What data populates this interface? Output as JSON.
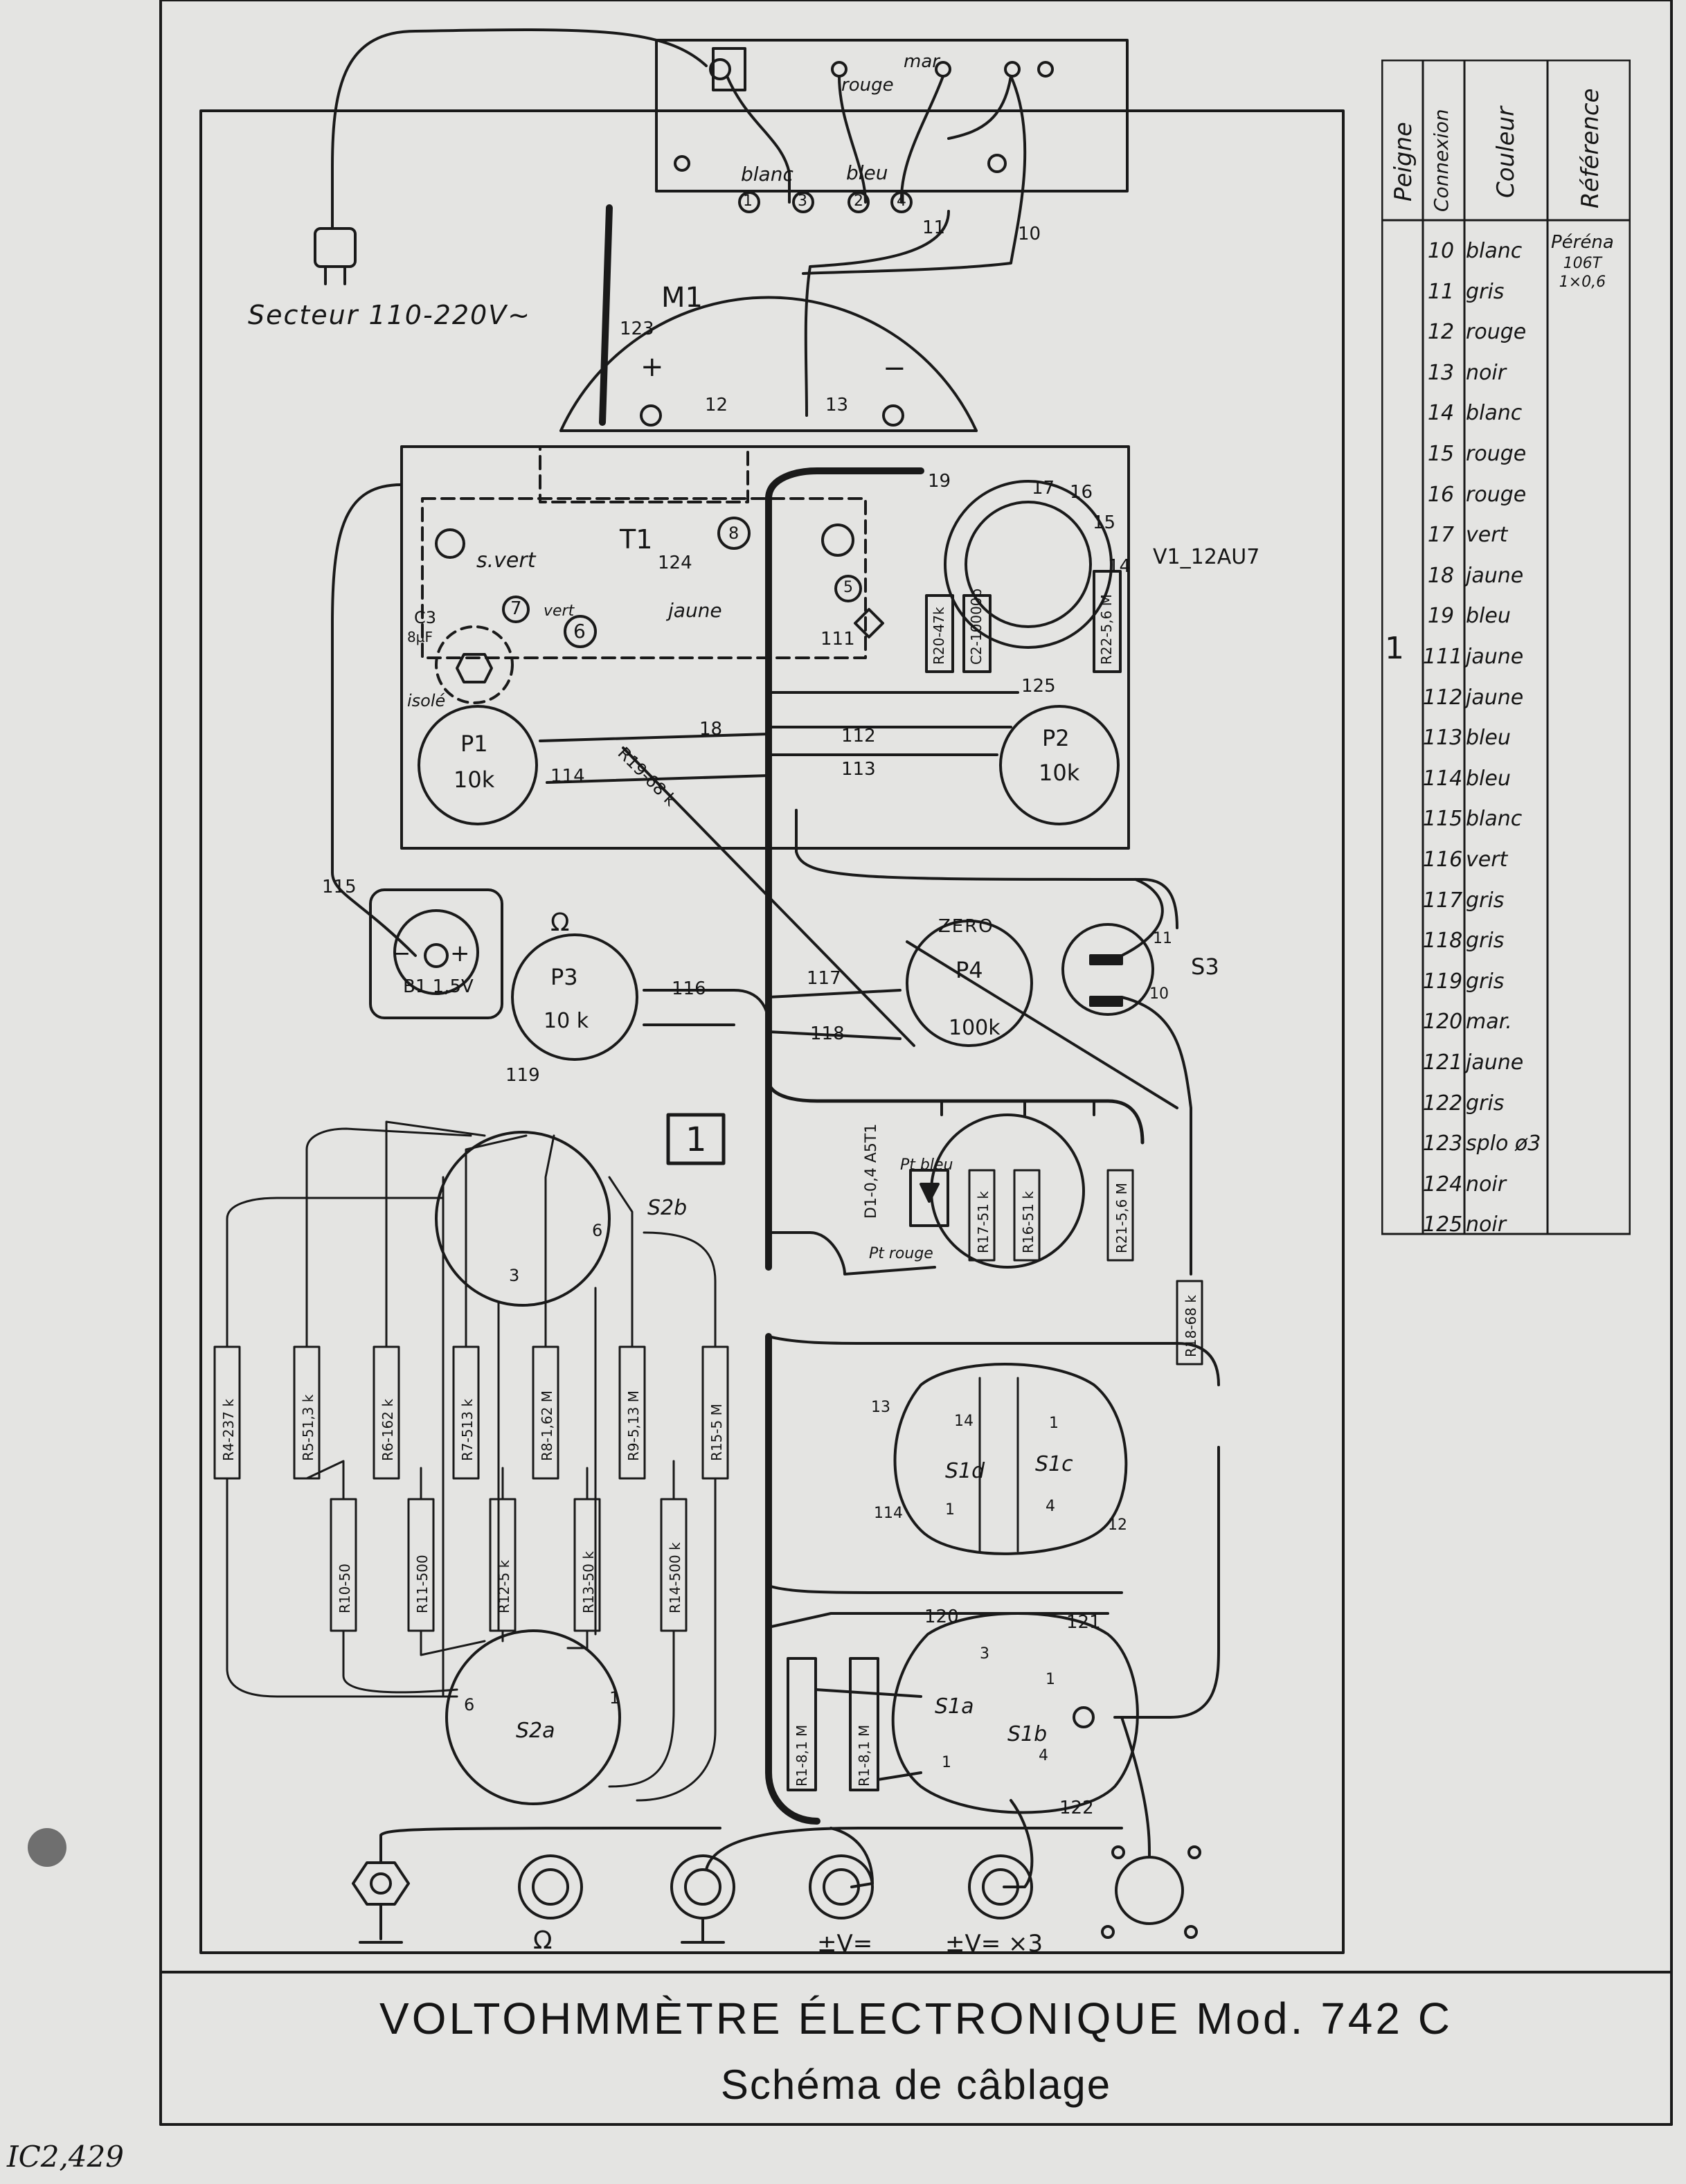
{
  "header_block": {
    "mains_label": "Secteur 110-220V~",
    "wire_colors_top": [
      "blanc",
      "bleu",
      "rouge",
      "mar"
    ],
    "terminal_numbers_top": [
      "1",
      "3",
      "2",
      "4"
    ]
  },
  "components": {
    "meter": {
      "name": "M1",
      "plus": "+",
      "minus": "−"
    },
    "transformer": {
      "name": "T1",
      "secondary": "s.vert",
      "tap_vert": "vert",
      "tap_jaune": "jaune",
      "pin6": "6",
      "pin7": "7",
      "pin8": "8",
      "pin5": "5"
    },
    "tube": {
      "name": "V1_12AU7"
    },
    "capacitor": {
      "name": "C3",
      "value": "8µF",
      "note": "isolé"
    },
    "battery": {
      "name": "B1 1,5V",
      "minus": "−",
      "plus": "+"
    },
    "pot_p1": {
      "name": "P1",
      "value": "10k"
    },
    "pot_p2": {
      "name": "P2",
      "value": "10k"
    },
    "pot_p3": {
      "name": "P3",
      "value": "10 k",
      "symbol": "Ω"
    },
    "pot_p4": {
      "name": "P4",
      "value": "100k",
      "label": "ZERO"
    },
    "switch_s3": {
      "name": "S3",
      "pins": [
        "11",
        "10"
      ]
    },
    "comb_marker": "1",
    "diode": {
      "name": "D1-0,4 A5T1",
      "pt_bleu": "Pt bleu",
      "pt_rouge": "Pt rouge"
    },
    "s2b": {
      "name": "S2b",
      "pins": [
        "3",
        "6"
      ]
    },
    "s2a": {
      "name": "S2a",
      "pins": [
        "6",
        "1"
      ]
    },
    "s1d": {
      "name": "S1d",
      "pins": [
        "13",
        "14",
        "1",
        "114"
      ]
    },
    "s1c": {
      "name": "S1c",
      "pins": [
        "1",
        "4",
        "12"
      ]
    },
    "s1a": {
      "name": "S1a",
      "pins": [
        "3",
        "1"
      ]
    },
    "s1b": {
      "name": "S1b",
      "pins": [
        "1",
        "4"
      ]
    }
  },
  "resistors": [
    "R4-237 k",
    "R5-51,3 k",
    "R6-162 k",
    "R7-513 k",
    "R8-1,62 M",
    "R9-5,13 M",
    "R15-5 M",
    "R10-50",
    "R11-500",
    "R12-5 k",
    "R13-50 k",
    "R14-500 k",
    "R20-47k",
    "C2-10000p",
    "R22-5,6 M",
    "R17-51 k",
    "R16-51 k",
    "R21-5,6 M",
    "R19-68 k",
    "R18-68 k",
    "R1-8,1 M",
    "R1-8,1 M"
  ],
  "wire_numbers": [
    "10",
    "11",
    "12",
    "13",
    "14",
    "15",
    "16",
    "17",
    "18",
    "19",
    "111",
    "112",
    "113",
    "114",
    "115",
    "116",
    "117",
    "118",
    "119",
    "120",
    "121",
    "122",
    "123",
    "124",
    "125"
  ],
  "terminals": [
    {
      "label": "Ω"
    },
    {
      "label": "±V="
    },
    {
      "label": "±V= ×3"
    }
  ],
  "table": {
    "headers": [
      "Peigne",
      "Connexion",
      "Couleur",
      "Référence"
    ],
    "peigne": "1",
    "reference": [
      "Péréna",
      "106T",
      "1×0,6"
    ],
    "rows": [
      {
        "n": "10",
        "c": "blanc"
      },
      {
        "n": "11",
        "c": "gris"
      },
      {
        "n": "12",
        "c": "rouge"
      },
      {
        "n": "13",
        "c": "noir"
      },
      {
        "n": "14",
        "c": "blanc"
      },
      {
        "n": "15",
        "c": "rouge"
      },
      {
        "n": "16",
        "c": "rouge"
      },
      {
        "n": "17",
        "c": "vert"
      },
      {
        "n": "18",
        "c": "jaune"
      },
      {
        "n": "19",
        "c": "bleu"
      },
      {
        "n": "111",
        "c": "jaune"
      },
      {
        "n": "112",
        "c": "jaune"
      },
      {
        "n": "113",
        "c": "bleu"
      },
      {
        "n": "114",
        "c": "bleu"
      },
      {
        "n": "115",
        "c": "blanc"
      },
      {
        "n": "116",
        "c": "vert"
      },
      {
        "n": "117",
        "c": "gris"
      },
      {
        "n": "118",
        "c": "gris"
      },
      {
        "n": "119",
        "c": "gris"
      },
      {
        "n": "120",
        "c": "mar."
      },
      {
        "n": "121",
        "c": "jaune"
      },
      {
        "n": "122",
        "c": "gris"
      },
      {
        "n": "123",
        "c": "splo ø3"
      },
      {
        "n": "124",
        "c": "noir"
      },
      {
        "n": "125",
        "c": "noir"
      }
    ]
  },
  "title": {
    "main": "VOLTOHMMÈTRE ÉLECTRONIQUE  Mod. 742 C",
    "sub": "Schéma de câblage"
  },
  "catalog_code": "IC2,429"
}
